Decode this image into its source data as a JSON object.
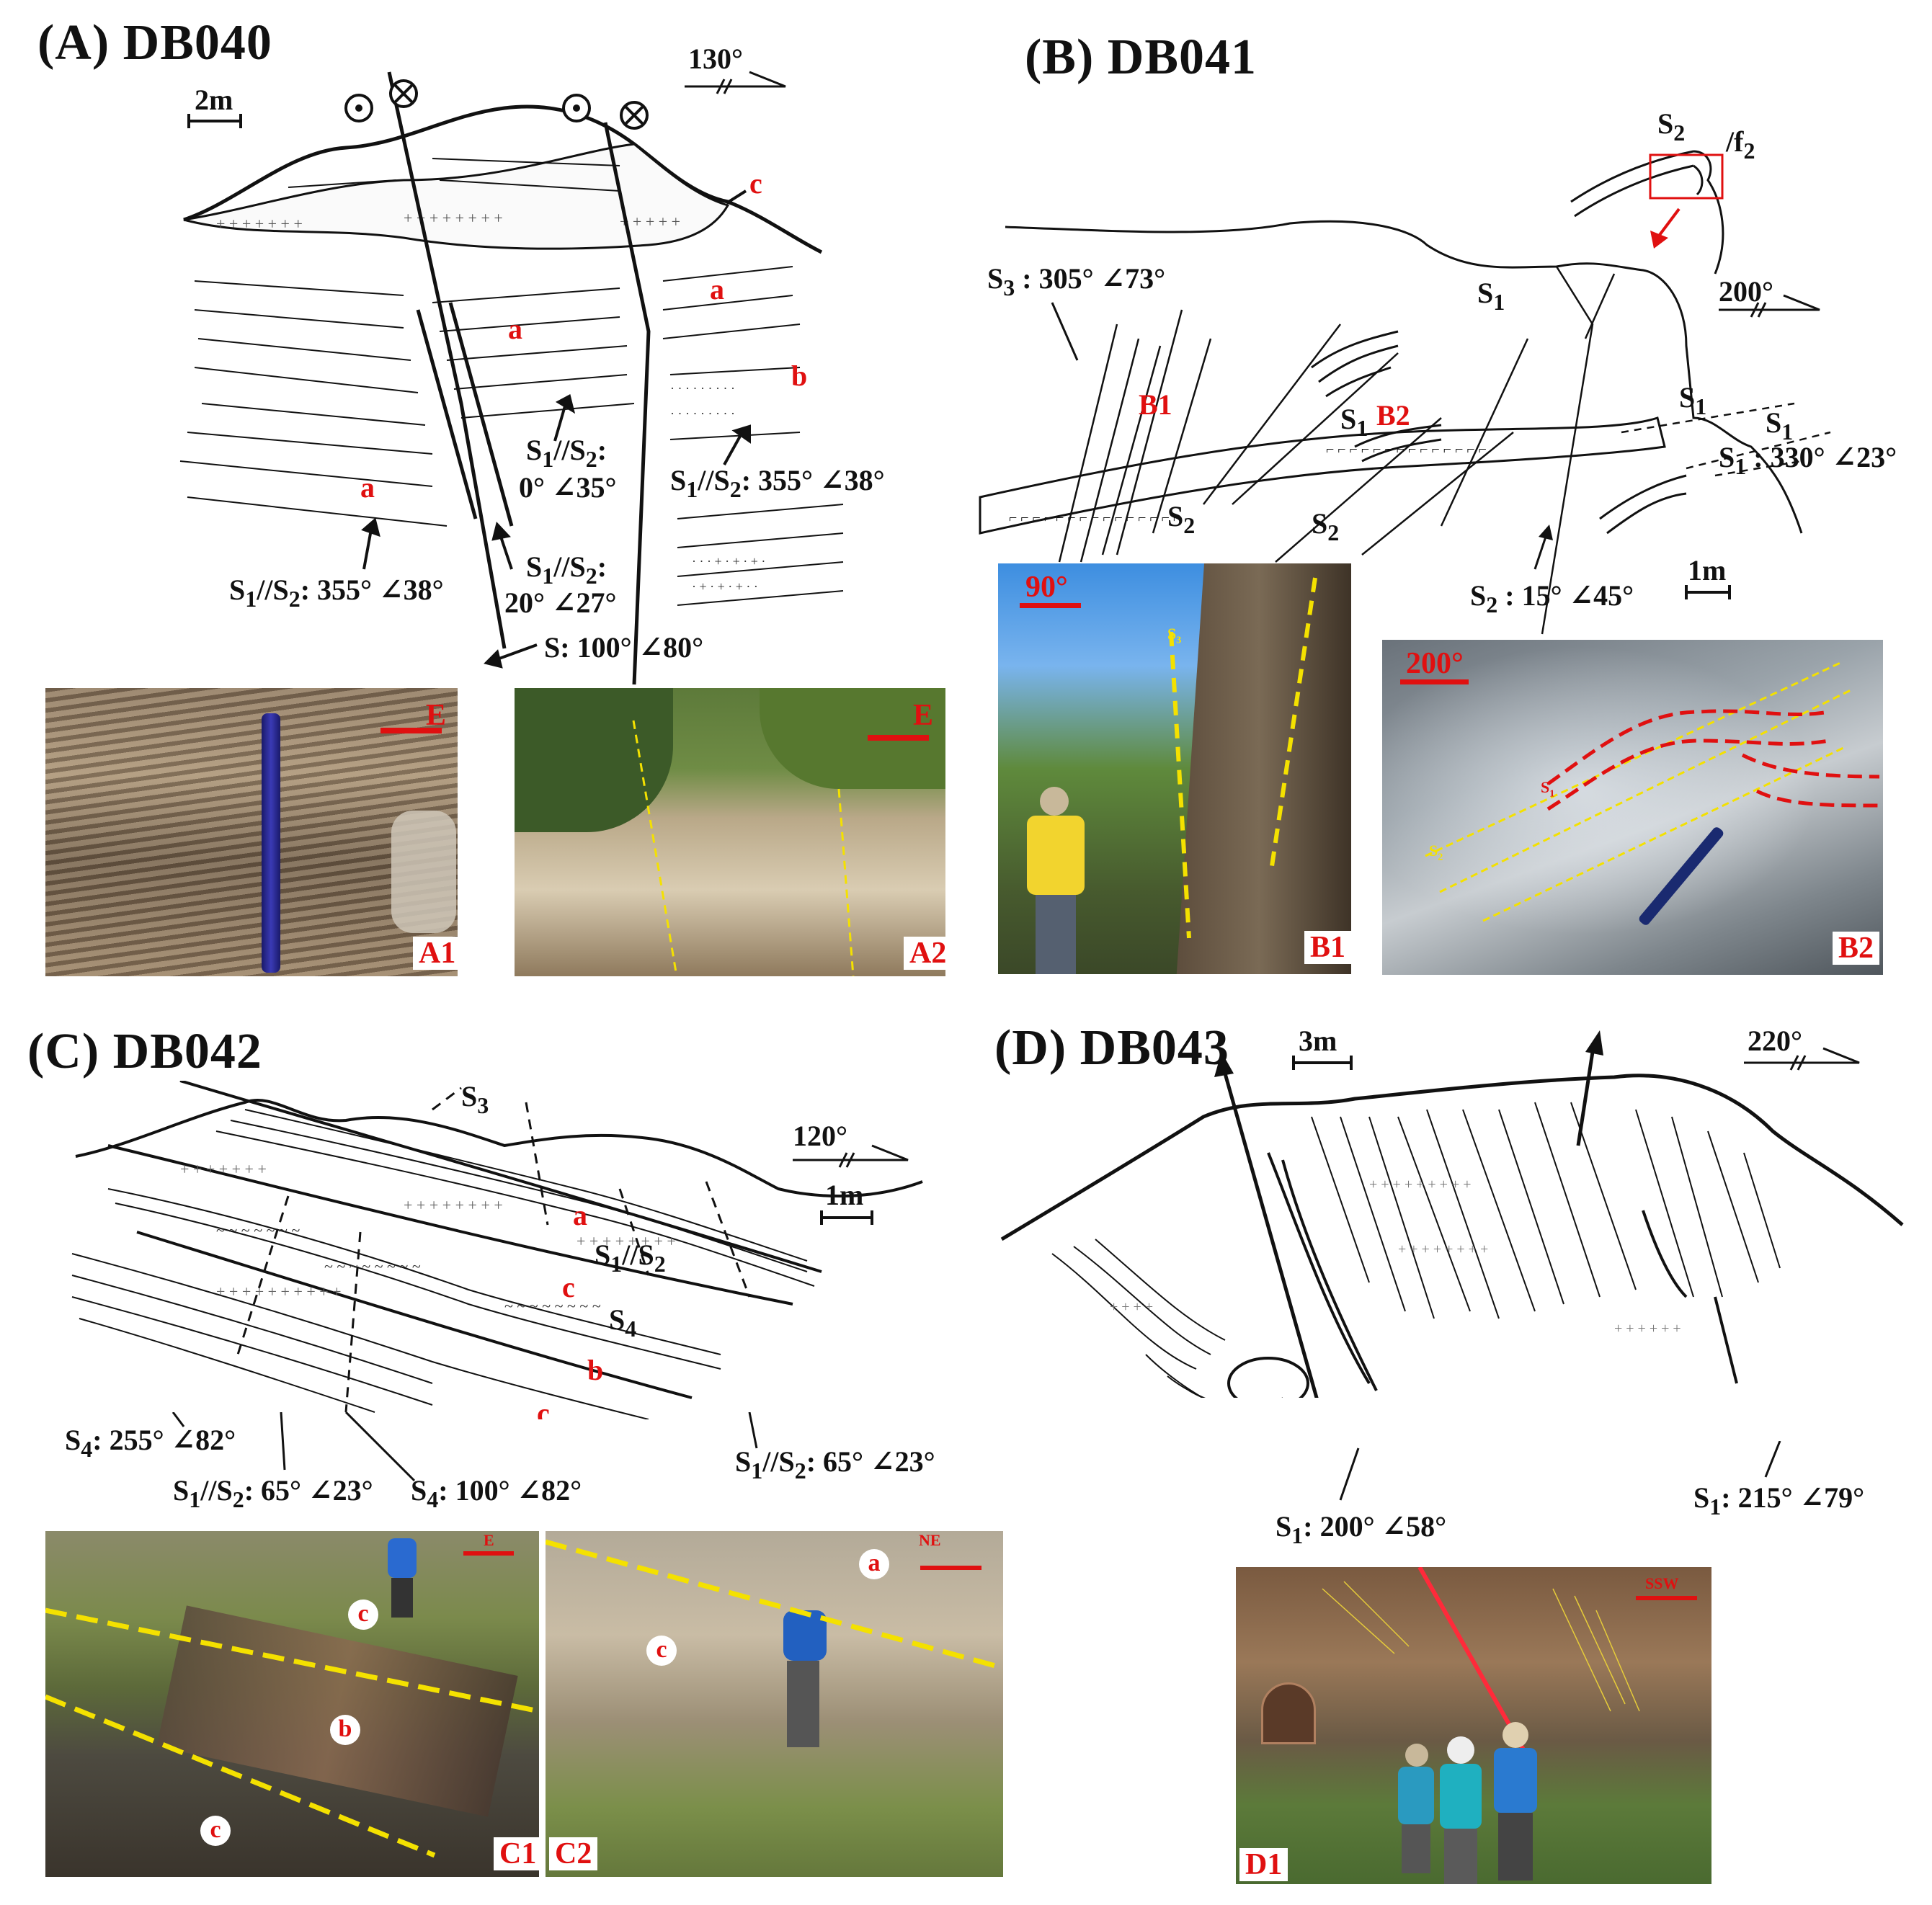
{
  "panels": {
    "A": {
      "title": "(A) DB040",
      "scale": "2m",
      "orientation": "130°",
      "units": {
        "a1": "a",
        "a2": "a",
        "a3": "a",
        "b": "b",
        "c": "c"
      },
      "measures": {
        "m1a": "S",
        "m1b": "1",
        "m1c": "//S",
        "m1d": "2",
        "m1e": ":",
        "m1f": "0° ∠35°",
        "m2a": "S",
        "m2b": "1",
        "m2c": "//S",
        "m2d": "2",
        "m2e": ": 355° ∠38°",
        "m3a": "S",
        "m3b": "1",
        "m3c": "//S",
        "m3d": "2",
        "m3e": ":",
        "m3f": "20° ∠27°",
        "m4a": "S",
        "m4b": "1",
        "m4c": "//S",
        "m4d": "2",
        "m4e": ": 355° ∠38°",
        "m5": "S: 100° ∠80°"
      },
      "photos": {
        "p1": "A1",
        "p2": "A2",
        "dir1": "E",
        "dir2": "E"
      }
    },
    "B": {
      "title": "(B) DB041",
      "scale": "1m",
      "orientation": "200°",
      "labels": {
        "s3a": "S",
        "s3b": "3",
        "s3c": " : 305° ∠73°",
        "b1": "B1",
        "b2": "B2",
        "s1a": "S",
        "s1b": "1",
        "s1c": "S",
        "s1d": "1",
        "s1e": "S",
        "s1f": "1",
        "s1g": "S",
        "s1h": "1",
        "s1ia": "S",
        "s1ib": "1",
        "s1ic": " : 330° ∠23°",
        "s2a": "S",
        "s2b": "2",
        "s2c": "S",
        "s2d": "2",
        "s2ea": "S",
        "s2eb": "2",
        "s2ec": " : 15° ∠45°",
        "insetS": "S",
        "insetS2": "2",
        "insetF": "/f",
        "insetF2": "2"
      },
      "photos": {
        "p1": "B1",
        "p2": "B2",
        "dir1": "90°",
        "dir2": "200°",
        "s3": "S",
        "s3sub": "3",
        "s1": "S",
        "s1sub": "1",
        "s2": "S",
        "s2sub": "2"
      }
    },
    "C": {
      "title": "(C) DB042",
      "scale": "1m",
      "orientation": "120°",
      "units": {
        "a": "a",
        "c1": "c",
        "b": "b",
        "c2": "c"
      },
      "labels": {
        "s3a": "S",
        "s3b": "3",
        "s12a": "S",
        "s12b": "1",
        "s12c": "//S",
        "s12d": "2",
        "s4a": "S",
        "s4b": "4",
        "m1a": "S",
        "m1b": "4",
        "m1c": ": 255° ∠82°",
        "m2a": "S",
        "m2b": "1",
        "m2c": "//S",
        "m2d": "2",
        "m2e": ": 65° ∠23°",
        "m3a": "S",
        "m3b": "4",
        "m3c": ": 100° ∠82°",
        "m4a": "S",
        "m4b": "1",
        "m4c": "//S",
        "m4d": "2",
        "m4e": ": 65° ∠23°"
      },
      "photos": {
        "p1": "C1",
        "p2": "C2",
        "dir1": "E",
        "dir2": "NE",
        "c1c": "c",
        "c1b": "b",
        "c1c2": "c",
        "c2a": "a",
        "c2c": "c"
      }
    },
    "D": {
      "title": "(D) DB043",
      "scale": "3m",
      "orientation": "220°",
      "labels": {
        "m1a": "S",
        "m1b": "1",
        "m1c": ": 200° ∠58°",
        "m2a": "S",
        "m2b": "1",
        "m2c": ": 215° ∠79°"
      },
      "photos": {
        "p1": "D1",
        "dir1": "SSW"
      }
    }
  },
  "colors": {
    "accent_red": "#e01010",
    "dashed_yellow": "#f4e100",
    "line": "#111111"
  }
}
